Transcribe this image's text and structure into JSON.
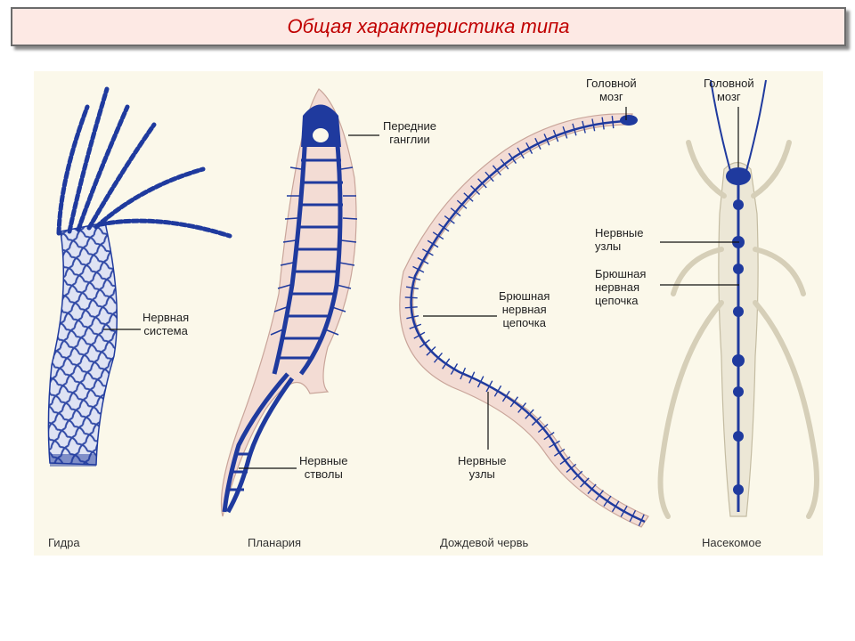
{
  "slide": {
    "title": "Общая характеристика типа"
  },
  "colors": {
    "nerve": "#1f3a9e",
    "body_fill": "#f3dcd4",
    "insect_fill": "#ece7d6",
    "background": "#fbf8ea",
    "title_color": "#c00000",
    "title_bg": "#fde9e4"
  },
  "organisms": [
    {
      "id": "hydra",
      "caption": "Гидра"
    },
    {
      "id": "planaria",
      "caption": "Планария"
    },
    {
      "id": "earthworm",
      "caption": "Дождевой червь"
    },
    {
      "id": "insect",
      "caption": "Насекомое"
    }
  ],
  "labels": {
    "hydra_nervous_system": "Нервная\nсистема",
    "planaria_anterior_ganglia": "Передние\nганглии",
    "planaria_nerve_trunks": "Нервные\nстволы",
    "worm_head_brain": "Головной\nмозг",
    "worm_ventral_chain": "Брюшная\nнервная\nцепочка",
    "worm_nerve_nodes": "Нервные\nузлы",
    "insect_head_brain": "Головной\nмозг",
    "insect_nerve_nodes": "Нервные\nузлы",
    "insect_ventral_chain": "Брюшная\nнервная\nцепочка"
  }
}
